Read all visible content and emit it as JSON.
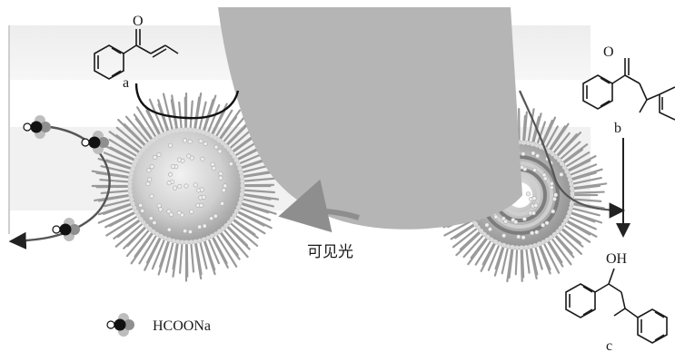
{
  "labels": {
    "a": "a",
    "b": "b",
    "c": "c",
    "o_top": "O",
    "o_right": "O",
    "oh": "OH",
    "light": "可见光",
    "legend": "HCOONa"
  },
  "colors": {
    "micelle_spike": "#9a9a9a",
    "micelle_tip": "#d9d9d9",
    "wedge": "#b5b5b5",
    "arrow_gray": "#8e8e8e",
    "ink": "#1a1a1a",
    "bond": "#333333"
  },
  "icons": {
    "formate": "formate-molecule-icon",
    "micelle": "micelle-icon"
  }
}
